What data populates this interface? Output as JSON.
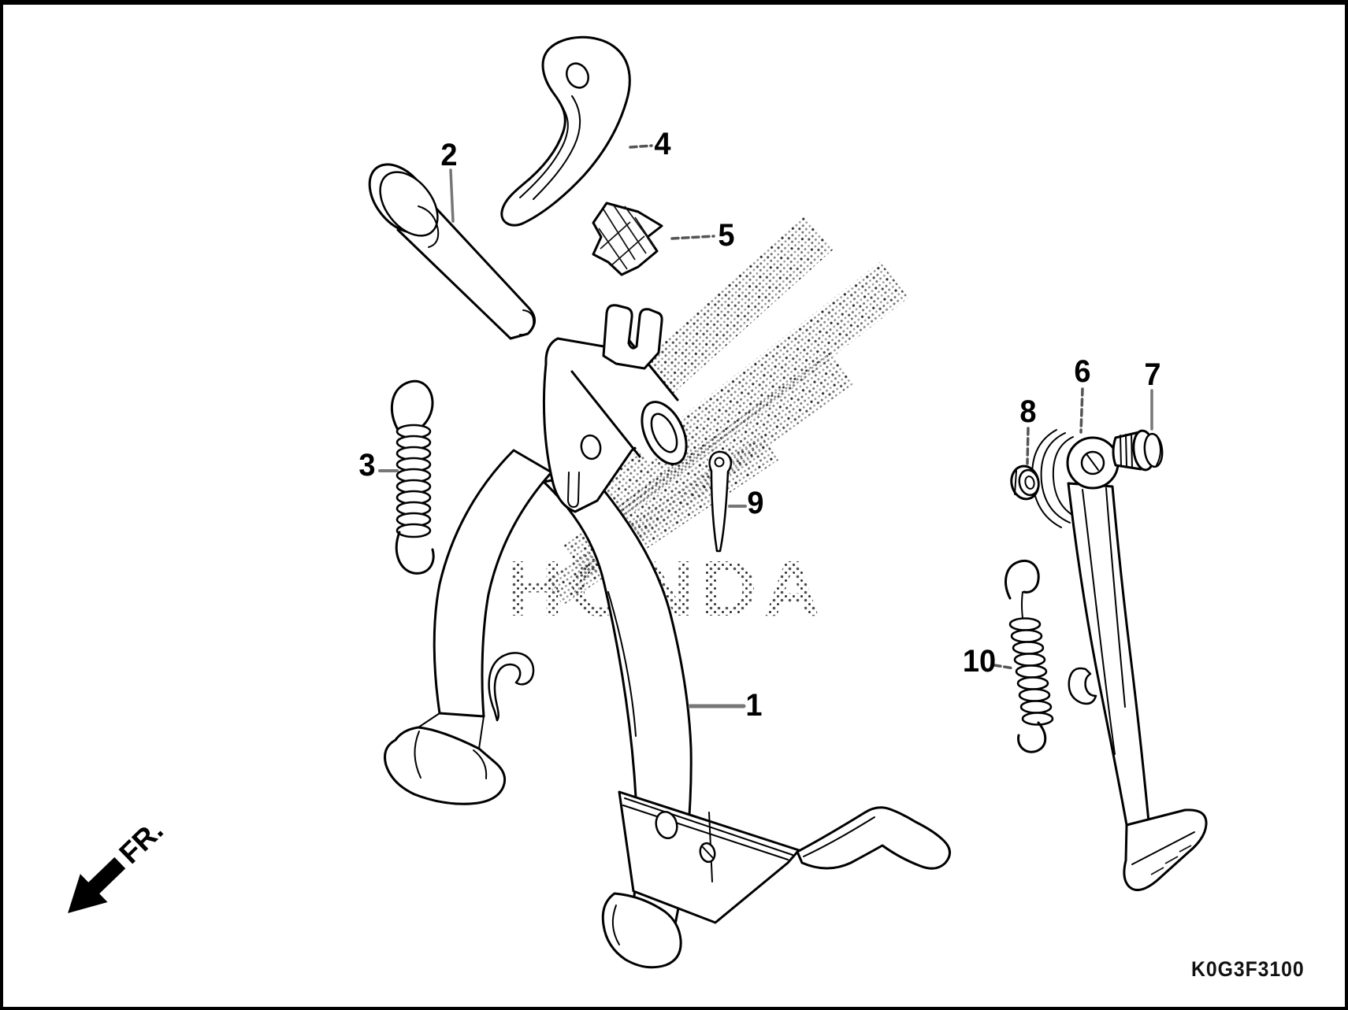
{
  "diagram": {
    "code": "K0G3F3100",
    "direction_label": "FR.",
    "watermark_text": "HONDA",
    "background_color": "#ffffff",
    "line_color": "#000000"
  },
  "callouts": [
    {
      "number": "1"
    },
    {
      "number": "2"
    },
    {
      "number": "3"
    },
    {
      "number": "4"
    },
    {
      "number": "5"
    },
    {
      "number": "6"
    },
    {
      "number": "7"
    },
    {
      "number": "8"
    },
    {
      "number": "9"
    },
    {
      "number": "10"
    }
  ]
}
